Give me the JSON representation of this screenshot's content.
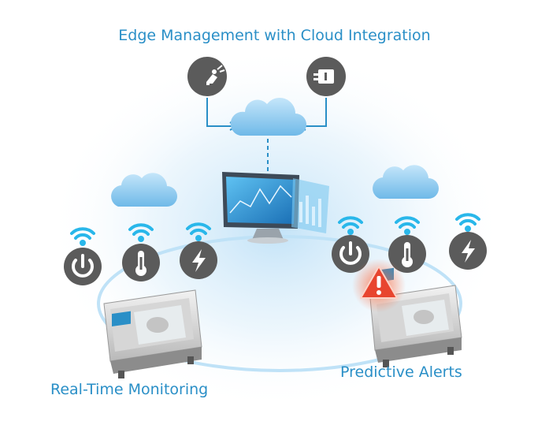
{
  "diagram": {
    "title": "Edge Management with Cloud Integration",
    "label_left": "Real-Time Monitoring",
    "label_right": "Predictive Alerts"
  },
  "icons": {
    "top": [
      "robot-arm-icon",
      "connector-icon"
    ],
    "sensors": [
      "power-icon",
      "thermometer-icon",
      "lightning-icon"
    ],
    "wireless": "wifi-icon",
    "cloud": "cloud-icon",
    "alert": "warning-icon",
    "dashboard": "monitor-icon",
    "machine": "cnc-machine-icon"
  },
  "colors": {
    "accent": "#2a8fc7",
    "wifi": "#29b7ea",
    "icon_bg": "#5b5b5b",
    "cloud": "#8ccbf0",
    "glow": "#cfe8f8",
    "alert": "#e8452f"
  }
}
